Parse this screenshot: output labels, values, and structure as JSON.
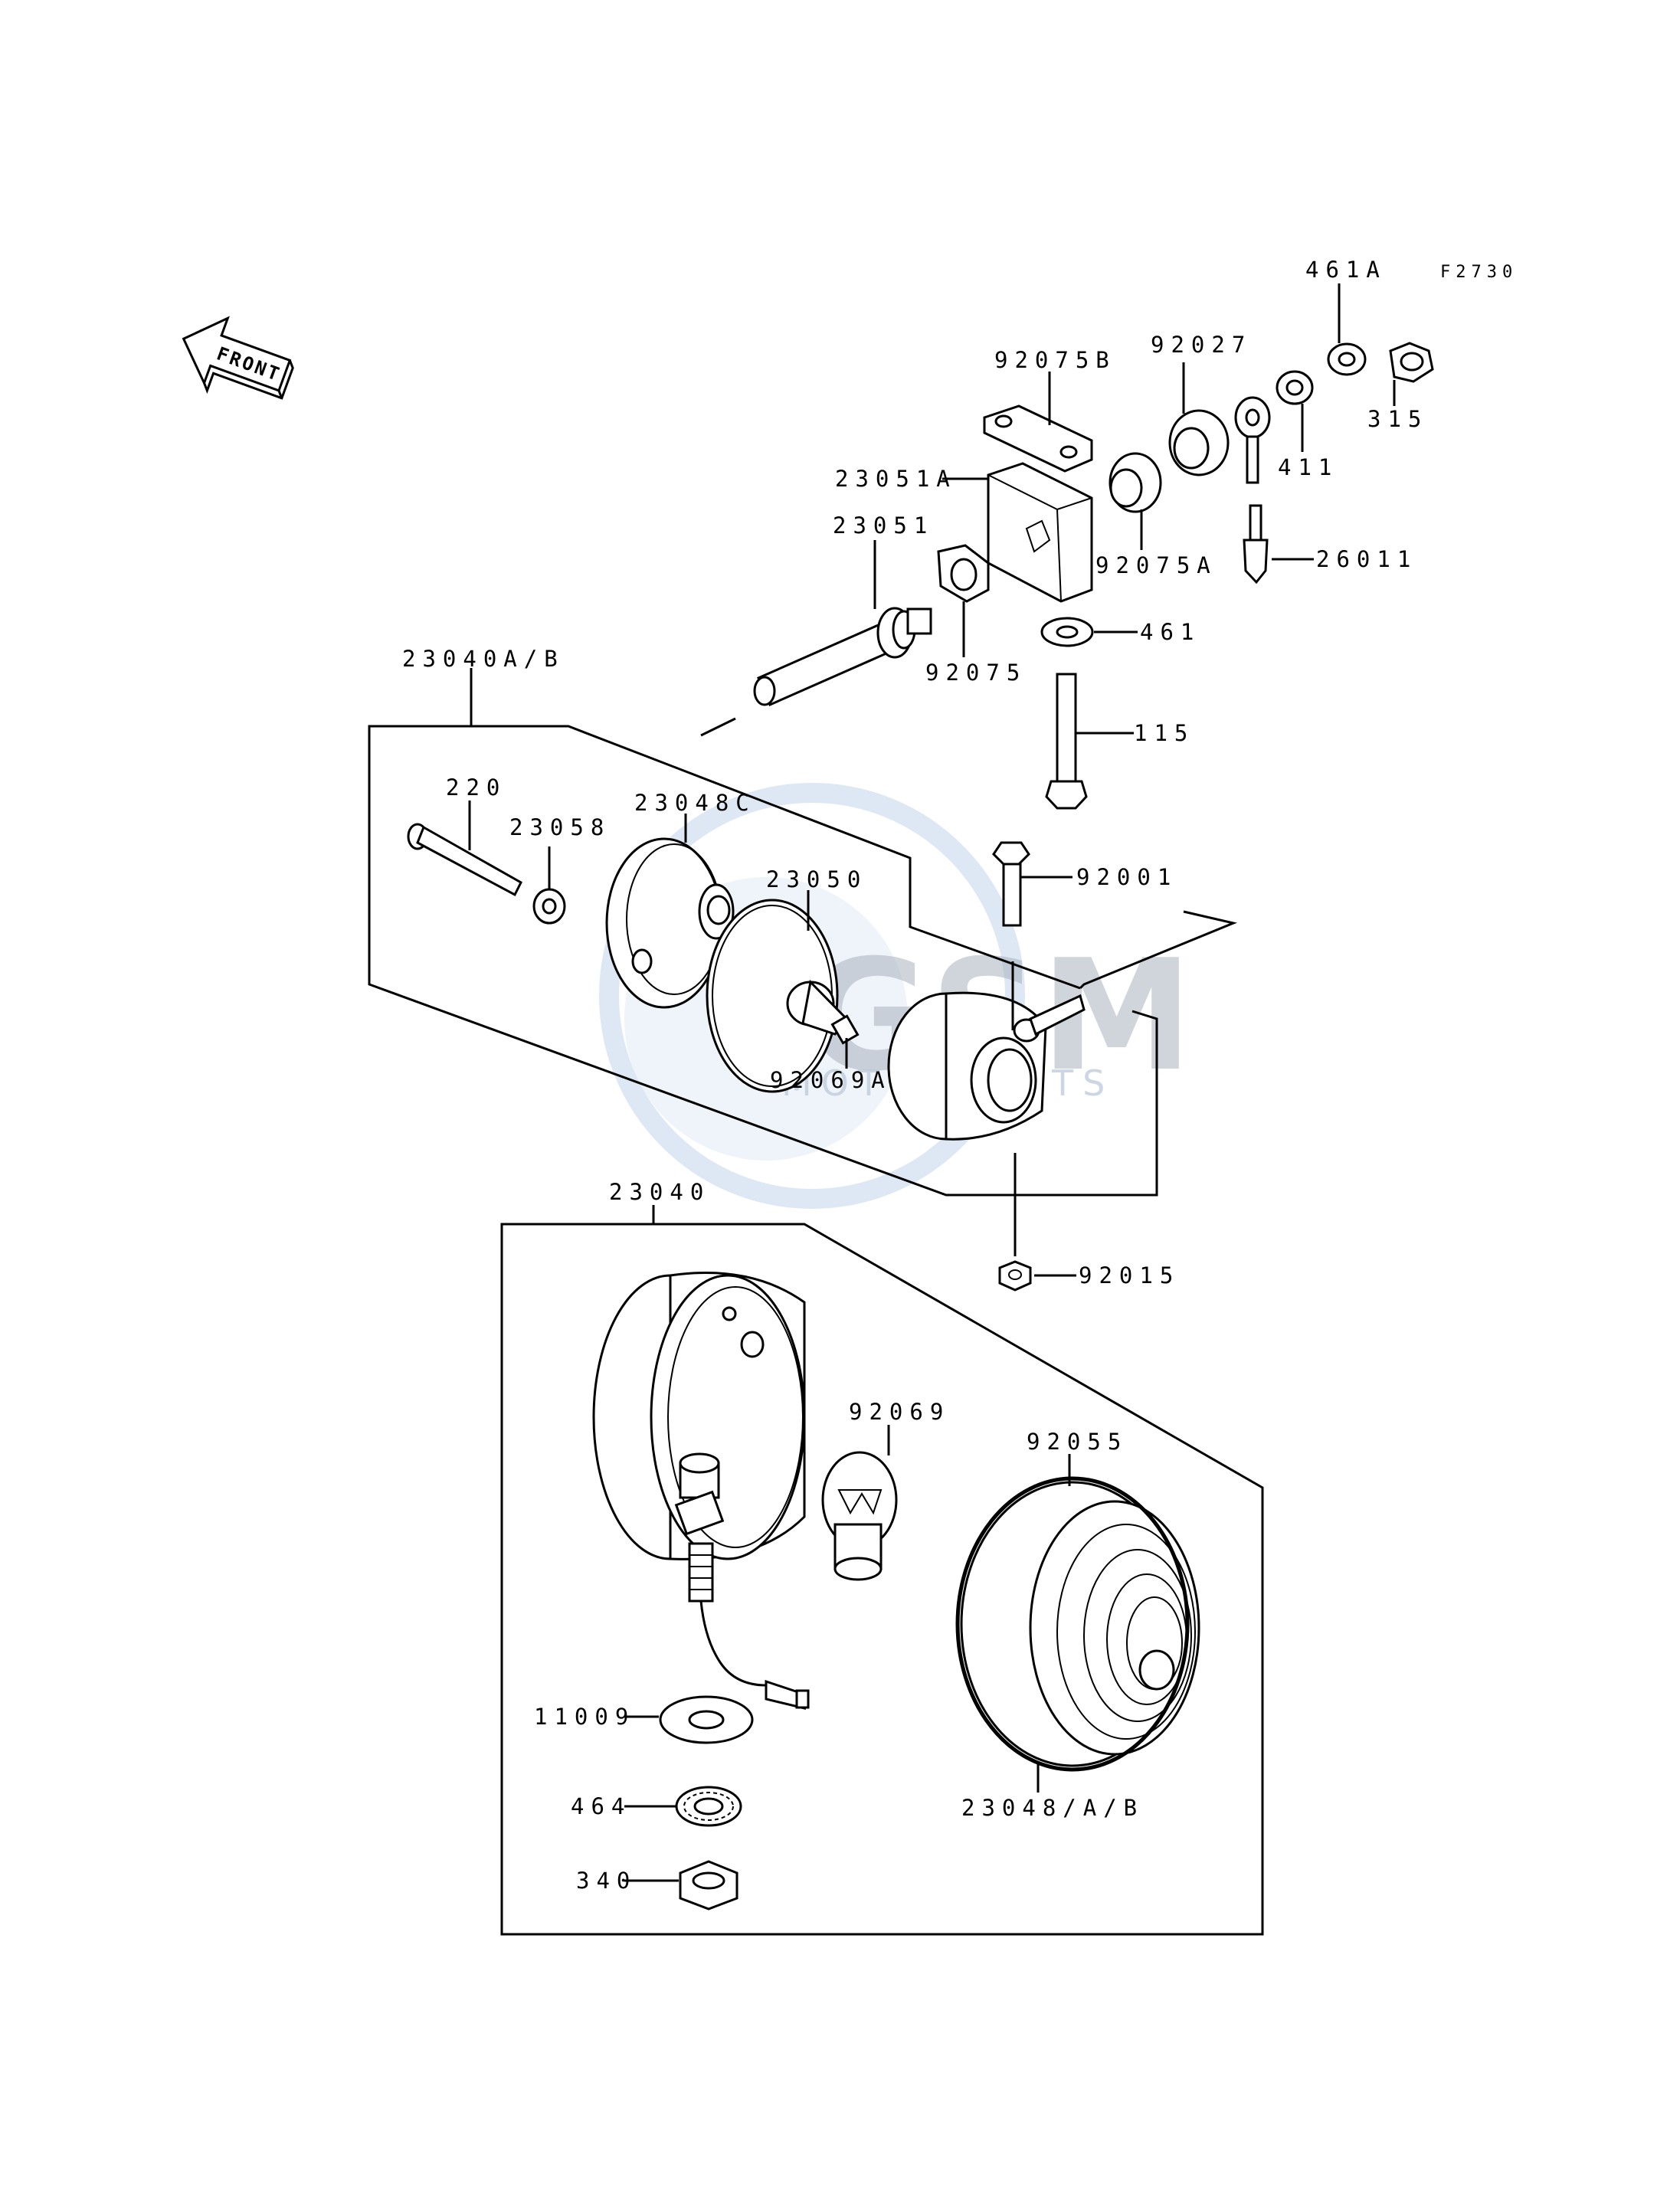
{
  "diagram_code": "F2730",
  "front_label": "FRONT",
  "watermark": {
    "text": "GSM",
    "subtext": "MOTORPARTS"
  },
  "callouts": {
    "p461A": "461A",
    "p92075B": "92075B",
    "p92027": "92027",
    "p315": "315",
    "p411": "411",
    "p23051A": "23051A",
    "p23051": "23051",
    "p92075A": "92075A",
    "p26011": "26011",
    "p92075": "92075",
    "p461": "461",
    "p23040AB": "23040A/B",
    "p115": "115",
    "p220": "220",
    "p23058": "23058",
    "p23048C": "23048C",
    "p23050": "23050",
    "p92001": "92001",
    "p92069A": "92069A",
    "p23040": "23040",
    "p92015": "92015",
    "p92069": "92069",
    "p92055": "92055",
    "p11009": "11009",
    "p464": "464",
    "p23048AB": "23048/A/B",
    "p340": "340"
  }
}
